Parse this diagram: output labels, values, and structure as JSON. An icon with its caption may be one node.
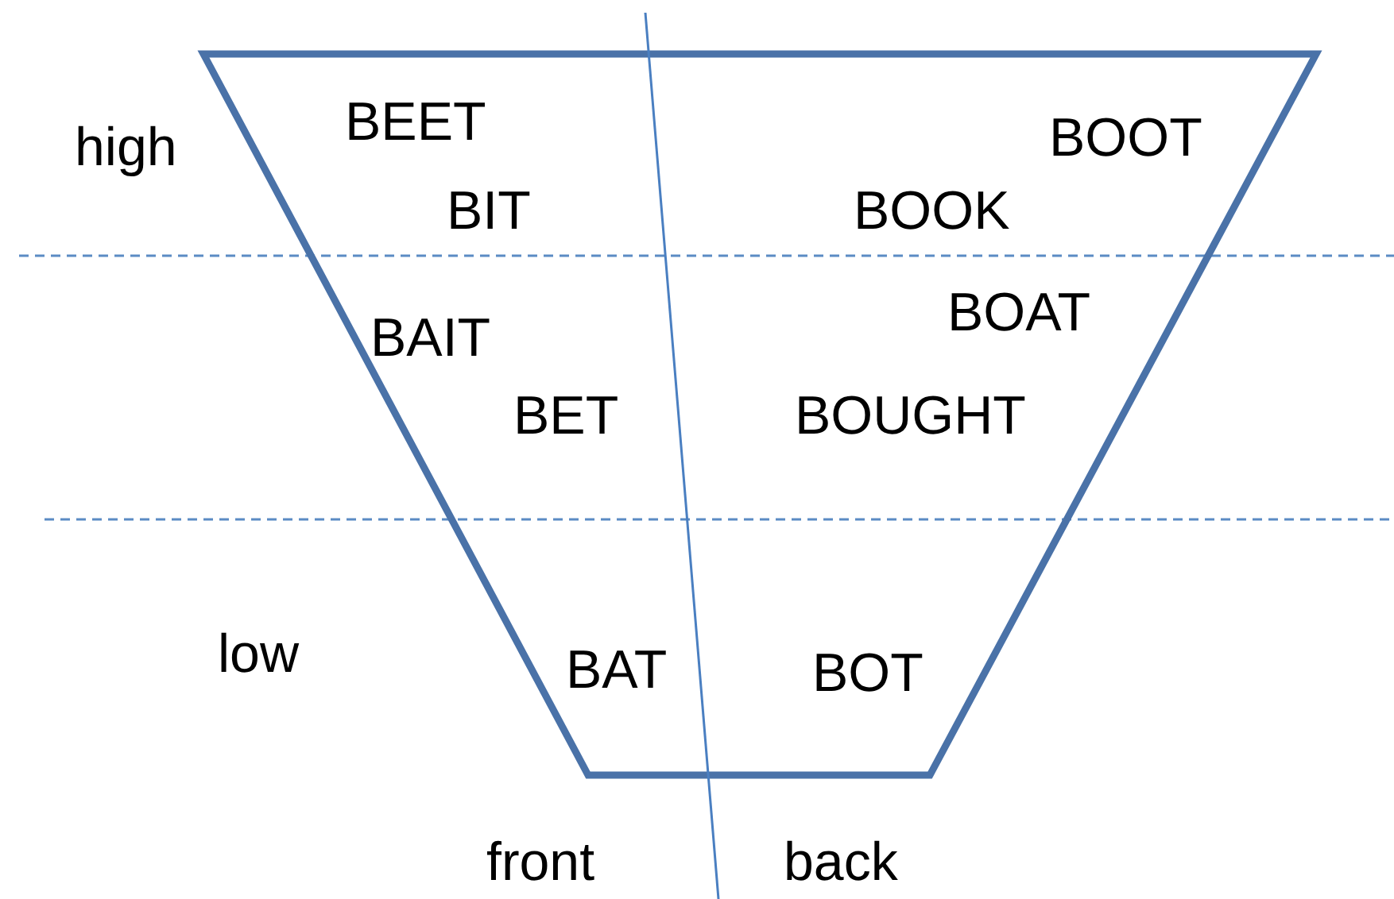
{
  "diagram": {
    "labels": [
      "high",
      "BEET",
      "BOOT",
      "BIT",
      "BOOK",
      "BAIT",
      "BOAT",
      "BET",
      "BOUGHT",
      "low",
      "BAT",
      "BOT",
      "front",
      "back"
    ]
  }
}
